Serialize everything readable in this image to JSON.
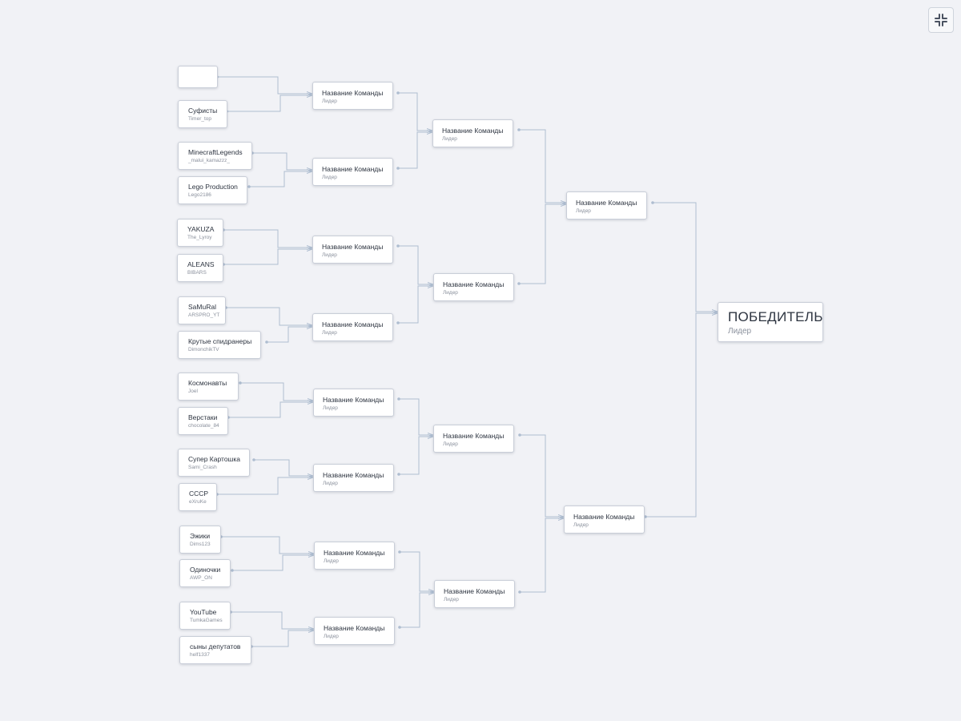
{
  "toolbar": {
    "collapse_icon": "collapse-arrows-icon"
  },
  "round1": [
    {
      "name": "",
      "leader": ""
    },
    {
      "name": "Суфисты",
      "leader": "Timer_top"
    },
    {
      "name": "MinecraftLegends",
      "leader": "_malui_kamazzz_"
    },
    {
      "name": "Lego Production",
      "leader": "Lego2186"
    },
    {
      "name": "YAKUZA",
      "leader": "The_Lyroy"
    },
    {
      "name": "ALEANS",
      "leader": "BIBARS"
    },
    {
      "name": "SaMuRal",
      "leader": "ARSPRO_YT"
    },
    {
      "name": "Крутые спидранеры",
      "leader": "DimonchikTV"
    },
    {
      "name": "Космонавты",
      "leader": "Joel"
    },
    {
      "name": "Верстаки",
      "leader": "chocolate_84"
    },
    {
      "name": "Супер Картошка",
      "leader": "Sami_Crash"
    },
    {
      "name": "СССР",
      "leader": "eXruKe"
    },
    {
      "name": "Эжики",
      "leader": "Dims123"
    },
    {
      "name": "Одиночки",
      "leader": "AWP_ON"
    },
    {
      "name": "YouTube",
      "leader": "TumkaGames"
    },
    {
      "name": "сыны депутатов",
      "leader": "helf1337"
    }
  ],
  "round2": [
    {
      "name": "Название Команды",
      "leader": "Лидер"
    },
    {
      "name": "Название Команды",
      "leader": "Лидер"
    },
    {
      "name": "Название Команды",
      "leader": "Лидер"
    },
    {
      "name": "Название Команды",
      "leader": "Лидер"
    },
    {
      "name": "Название Команды",
      "leader": "Лидер"
    },
    {
      "name": "Название Команды",
      "leader": "Лидер"
    },
    {
      "name": "Название Команды",
      "leader": "Лидер"
    },
    {
      "name": "Название Команды",
      "leader": "Лидер"
    }
  ],
  "round3": [
    {
      "name": "Название Команды",
      "leader": "Лидер"
    },
    {
      "name": "Название Команды",
      "leader": "Лидер"
    },
    {
      "name": "Название Команды",
      "leader": "Лидер"
    },
    {
      "name": "Название Команды",
      "leader": "Лидер"
    }
  ],
  "round4": [
    {
      "name": "Название Команды",
      "leader": "Лидер"
    },
    {
      "name": "Название Команды",
      "leader": "Лидер"
    }
  ],
  "winner": {
    "name": "ПОБЕДИТЕЛЬ",
    "leader": "Лидер"
  },
  "colors": {
    "background": "#f1f2f6",
    "connector": "#aebdd0",
    "card_border": "#c9ced8",
    "text": "#2d3440",
    "subtext": "#8a909c"
  }
}
